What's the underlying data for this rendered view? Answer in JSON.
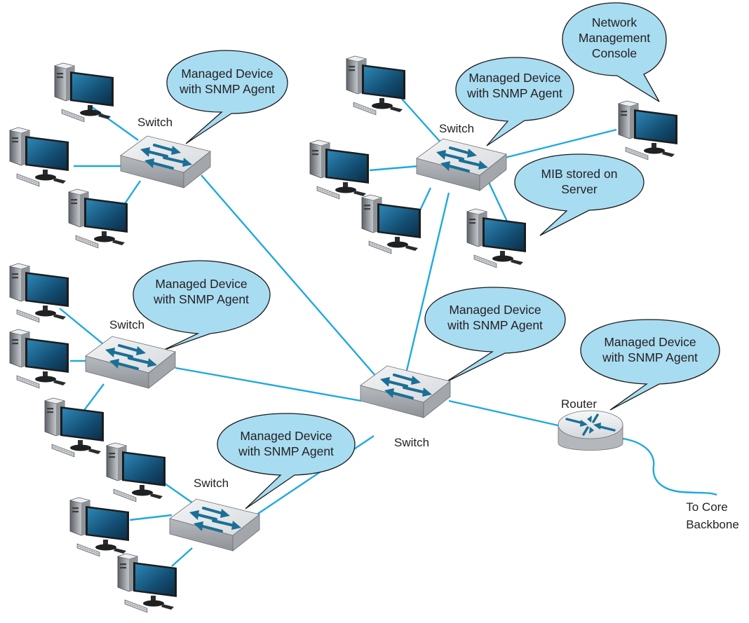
{
  "labels": {
    "switch": "Switch",
    "router": "Router",
    "backbone_line1": "To Core",
    "backbone_line2": "Backbone"
  },
  "bubbles": {
    "managed_line1": "Managed Device",
    "managed_line2": "with SNMP Agent",
    "console_line1": "Network",
    "console_line2": "Management",
    "console_line3": "Console",
    "mib_line1": "MIB stored on",
    "mib_line2": "Server"
  },
  "colors": {
    "link": "#1fa9dd",
    "bubble_fill": "#a8dcf1",
    "arrow": "#1b6f97",
    "monitor_screen": "#17547a",
    "device_body": "#d9dcdf"
  },
  "icons": {
    "computer": "workstation-icon",
    "switch": "switch-icon",
    "router": "router-icon",
    "bubble": "speech-bubble"
  }
}
